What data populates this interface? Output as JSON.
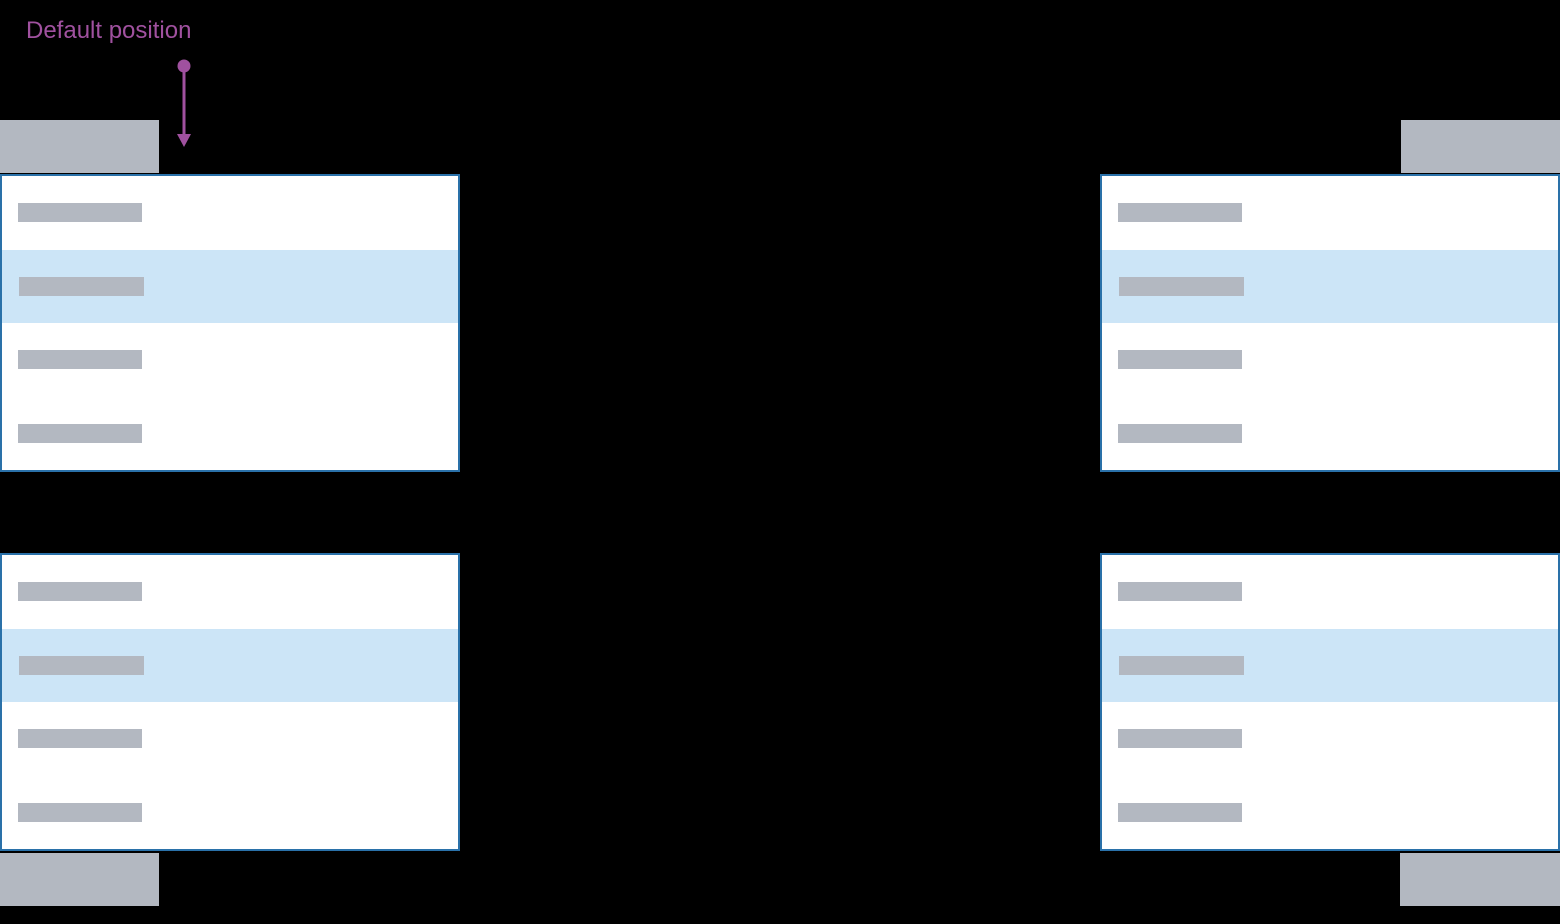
{
  "annotation": {
    "label": "Default position",
    "icon": "arrow-down-icon"
  },
  "colors": {
    "background": "#000000",
    "panel-bg": "#ffffff",
    "panel-border": "#2a71a9",
    "highlight": "#cce5f7",
    "placeholder-gray": "#b3b8c1",
    "annotation-purple": "#a0519f"
  },
  "menus": [
    {
      "position": "top-left",
      "trigger": "placeholder-button",
      "item_count": 4,
      "highlighted_index": 1
    },
    {
      "position": "top-right",
      "trigger": "placeholder-button",
      "item_count": 4,
      "highlighted_index": 1
    },
    {
      "position": "bottom-left",
      "trigger": "placeholder-button",
      "item_count": 4,
      "highlighted_index": 1
    },
    {
      "position": "bottom-right",
      "trigger": "placeholder-button",
      "item_count": 4,
      "highlighted_index": 1
    }
  ]
}
